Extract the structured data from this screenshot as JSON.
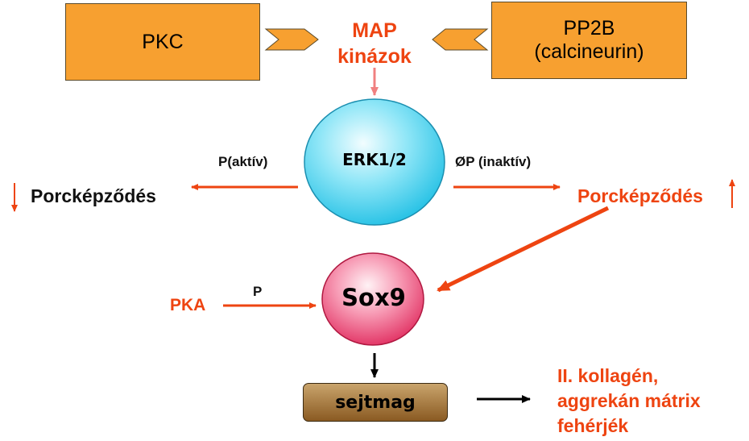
{
  "boxes": {
    "pkc": "PKC",
    "pp2b_line1": "PP2B",
    "pp2b_line2": "(calcineurin)"
  },
  "map_kinases": {
    "line1": "MAP",
    "line2": "kinázok"
  },
  "erk": "ERK1/2",
  "phospho_active": "P(aktív)",
  "dephospho_inactive": "ØP (inaktív)",
  "chondrogenesis_left": "Porcképződés",
  "chondrogenesis_right": "Porcképződés",
  "sox9": "Sox9",
  "pka": "PKA",
  "p_label": "P",
  "nucleus": "sejtmag",
  "result": {
    "line1": "II. kollagén,",
    "line2": "aggrekán mátrix",
    "line3": "fehérjék"
  },
  "colors": {
    "box_fill": "#F7A030",
    "red_text": "#EE4411",
    "erk_circle": "#33CCEE",
    "sox9_circle": "#EE3366",
    "nucleus": "#8a5a22"
  }
}
